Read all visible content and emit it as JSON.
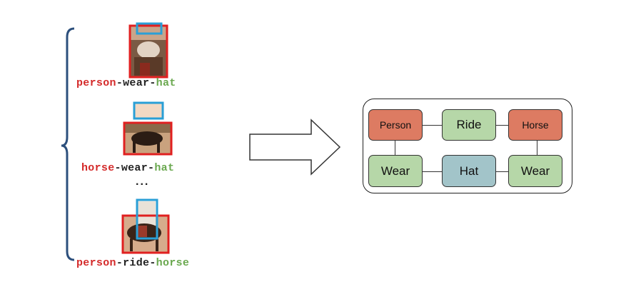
{
  "triplets": [
    {
      "subject": "person",
      "predicate": "wear",
      "object": "hat"
    },
    {
      "subject": "horse",
      "predicate": "wear",
      "object": "hat"
    },
    {
      "subject": "person",
      "predicate": "ride",
      "object": "horse"
    }
  ],
  "separator": "-",
  "ellipsis": "...",
  "graph": {
    "nodes": {
      "person": "Person",
      "ride": "Ride",
      "horse": "Horse",
      "wear_left": "Wear",
      "hat": "Hat",
      "wear_right": "Wear"
    }
  },
  "colors": {
    "subject_red": "#d42a2a",
    "object_green": "#6aa84f",
    "bbox_red": "#e02020",
    "bbox_blue": "#2a9fd6",
    "node_red": "#dd7b62",
    "node_green": "#b6d7a8",
    "node_blue": "#a2c4c9",
    "brace": "#2c4f7c"
  }
}
